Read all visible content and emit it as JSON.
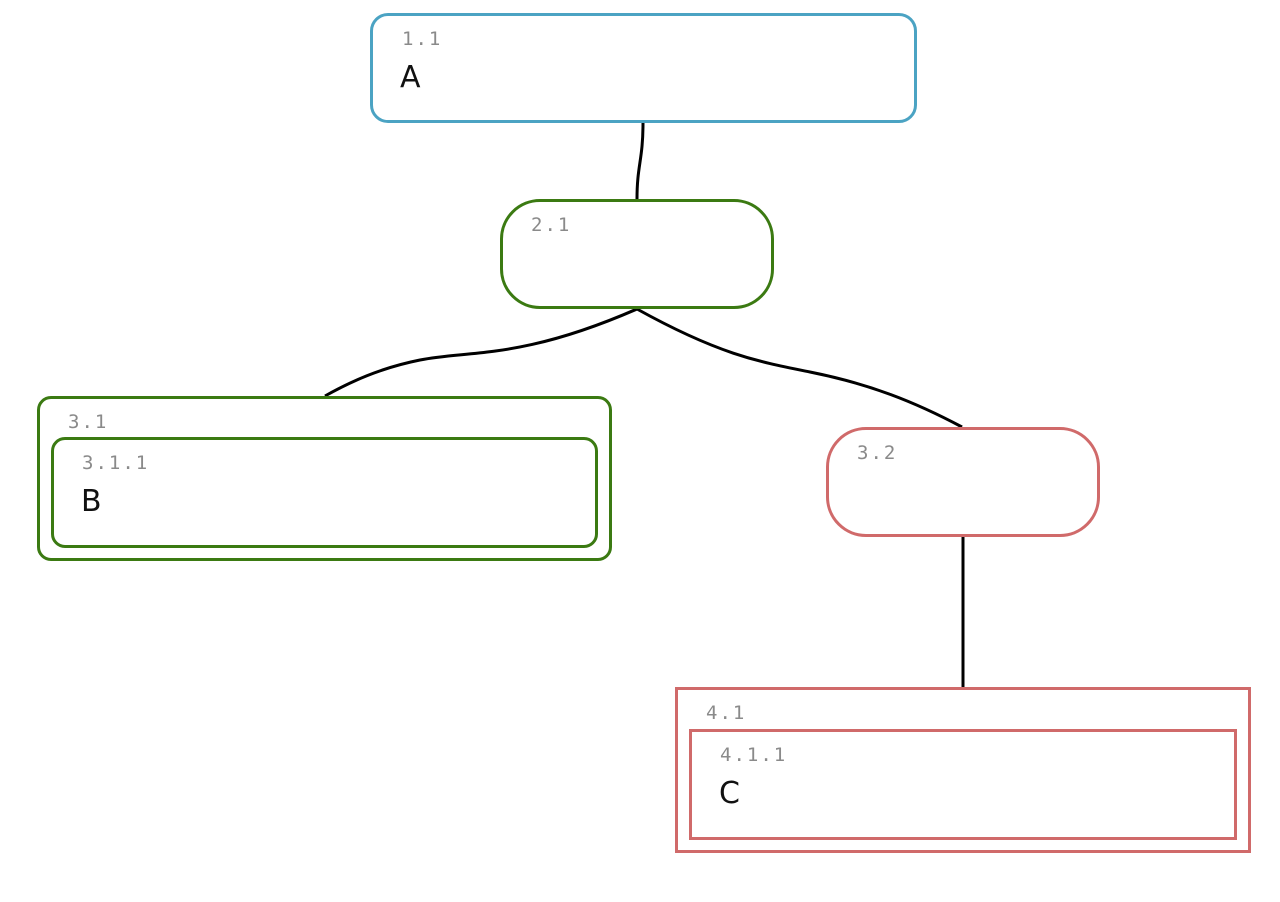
{
  "diagram": {
    "type": "tree",
    "colors": {
      "blue": "#4ba3c3",
      "green": "#3b7a12",
      "red": "#d06a6a",
      "edge": "#000000",
      "id_text": "#8a8a8a"
    },
    "nodes": [
      {
        "id": "1.1",
        "label": "A",
        "color": "#4ba3c3"
      },
      {
        "id": "2.1",
        "label": "",
        "color": "#3b7a12"
      },
      {
        "id": "3.1",
        "label": "",
        "color": "#3b7a12"
      },
      {
        "id": "3.1.1",
        "label": "B",
        "color": "#3b7a12"
      },
      {
        "id": "3.2",
        "label": "",
        "color": "#d06a6a"
      },
      {
        "id": "4.1",
        "label": "",
        "color": "#d06a6a"
      },
      {
        "id": "4.1.1",
        "label": "C",
        "color": "#d06a6a"
      }
    ],
    "edges": [
      {
        "from": "1.1",
        "to": "2.1"
      },
      {
        "from": "2.1",
        "to": "3.1"
      },
      {
        "from": "2.1",
        "to": "3.2"
      },
      {
        "from": "3.2",
        "to": "4.1"
      }
    ]
  }
}
